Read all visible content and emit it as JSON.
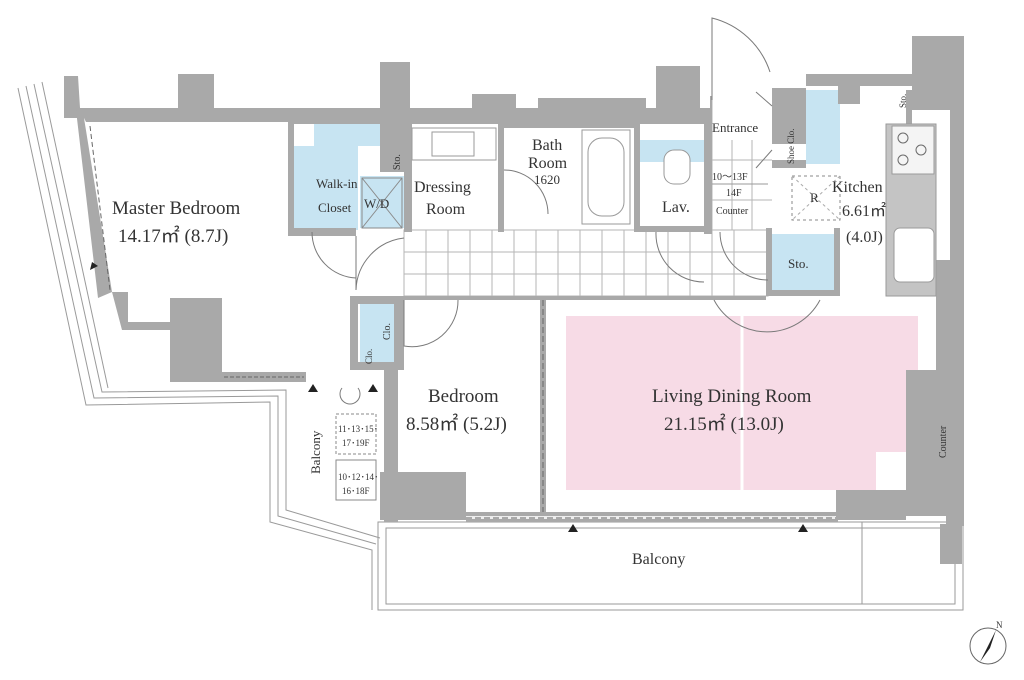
{
  "rooms": {
    "master_bedroom": {
      "name": "Master Bedroom",
      "area": "14.17㎡ (8.7J)"
    },
    "walkin_closet": {
      "line1": "Walk-in",
      "line2": "Closet"
    },
    "storage_top": "Sto.",
    "wd": "W/D",
    "dressing_room": {
      "line1": "Dressing",
      "line2": "Room"
    },
    "bath_room": {
      "line1": "Bath",
      "line2": "Room",
      "line3": "1620"
    },
    "lav": "Lav.",
    "entrance": "Entrance",
    "shoe_closet": "Shoe Clo.",
    "floor_note": {
      "line1": "10～13F",
      "line2": "14F",
      "line3": "Counter"
    },
    "fridge": "R",
    "kitchen": {
      "name": "Kitchen",
      "area": "6.61㎡",
      "jo": "(4.0J)"
    },
    "kitchen_storage": "Sto.",
    "kitchen_top_storage": "Sto.",
    "bedroom": {
      "name": "Bedroom",
      "area": "8.58㎡ (5.2J)"
    },
    "closet_a": "Clo.",
    "closet_b": "Clo.",
    "ldr": {
      "name": "Living Dining Room",
      "area": "21.15㎡ (13.0J)"
    },
    "counter_right": "Counter",
    "balcony_side": "Balcony",
    "balcony_note_1": {
      "line1": "11･13･15･",
      "line2": "17･19F"
    },
    "balcony_note_2": {
      "line1": "10･12･14･",
      "line2": "16･18F"
    },
    "balcony_main": "Balcony"
  },
  "colors": {
    "wall": "#a9a9a9",
    "closet": "#c7e4f2",
    "living": "#f7dbe6"
  },
  "icons": [
    "north-arrow-icon",
    "stove-burner-icon",
    "entry-marker-icon"
  ]
}
